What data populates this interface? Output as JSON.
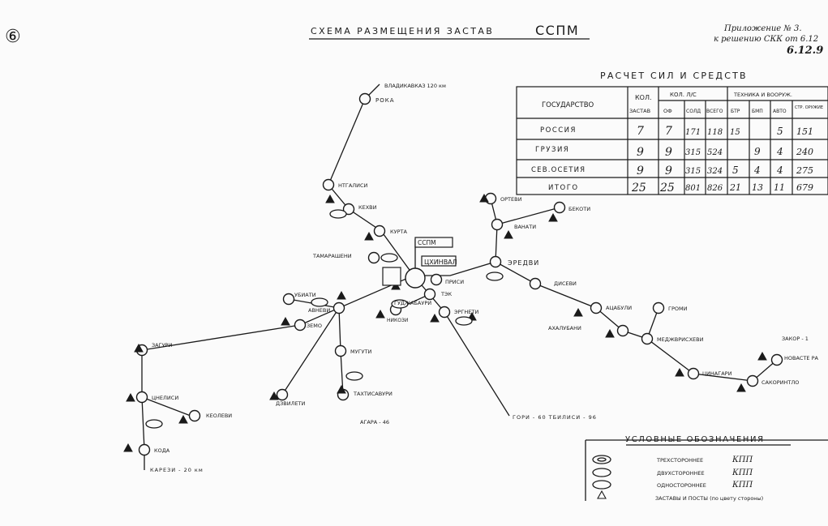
{
  "header": {
    "title": "СХЕМА РАЗМЕЩЕНИЯ ЗАСТАВ",
    "title_suffix": "ССПМ",
    "appendix": "Приложение № 3.",
    "decision": "к решению СКК от 6.12",
    "date": "6.12.9"
  },
  "corner_mark": "⑥",
  "table": {
    "caption": "РАСЧЕТ СИЛ И СРЕДСТВ",
    "head_country": "ГОСУДАРСТВО",
    "head_kol": "КОЛ.",
    "head_zastav": "ЗАСТАВ",
    "head_ls": "КОЛ. Л/С",
    "head_tech": "ТЕХНИКА И ВООРУЖ.",
    "sub": [
      "ОФ",
      "СОЛД",
      "ВСЕГО",
      "БТР",
      "БМП",
      "АВТО",
      "СТР. ОРУЖИЕ"
    ],
    "rows": [
      {
        "country": "РОССИЯ",
        "zastav": "7",
        "of": "7",
        "sold": "171",
        "vsego": "118",
        "btr": "15",
        "bmp": "",
        "avto": "5",
        "oruzh": "151"
      },
      {
        "country": "ГРУЗИЯ",
        "zastav": "9",
        "of": "9",
        "sold": "315",
        "vsego": "524",
        "btr": "",
        "bmp": "9",
        "avto": "4",
        "oruzh": "240"
      },
      {
        "country": "СЕВ.ОСЕТИЯ",
        "zastav": "9",
        "of": "9",
        "sold": "315",
        "vsego": "324",
        "btr": "5",
        "bmp": "4",
        "avto": "4",
        "oruzh": "275"
      },
      {
        "country": "ИТОГО",
        "zastav": "25",
        "of": "25",
        "sold": "801",
        "vsego": "826",
        "btr": "21",
        "bmp": "13",
        "avto": "11",
        "oruzh": "679"
      }
    ]
  },
  "map": {
    "labels": {
      "vladikavkaz": "ВЛАДИКАВКАЗ 120 км",
      "roka": "РОКА",
      "ntgalisi": "НТГАЛИСИ",
      "kehvi": "КЕХВИ",
      "kurta": "КУРТА",
      "tamarasheni": "ТАМАРАШЕНИ",
      "ssplm": "ССПМ",
      "tskhinvali": "ЦХИНВАЛ",
      "prisi": "ПРИСИ",
      "tek": "ТЭК",
      "gudzhabauri": "ГУДЖАБАУРИ",
      "ergneti": "ЭРГНЕТИ",
      "nikozi": "НИКОЗИ",
      "ortevi": "ОРТЕВИ",
      "bekoti": "БЕКОТИ",
      "vanati": "ВАНАТИ",
      "eredvi": "ЭРЕДВИ",
      "disevi": "ДИСЕВИ",
      "avnevi": "АВНЕВИ",
      "zemo": "ЗЕМО",
      "uzbati": "УБИАТИ",
      "dzvileti": "ДЗВИЛЕТИ",
      "mugiti": "МУГУТИ",
      "tkhinsavi": "ТАХТИСАВУРИ",
      "dirbi": "ДЗВИЛЕТИ",
      "zaguri": "ЗАГУРИ",
      "tsnelisi": "ЦНЕЛИСИ",
      "kolevi": "КЕОЛЕВИ",
      "koda": "КОДА",
      "karezi": "КАРЕЗИ - 20 км",
      "agara": "АГАРА - 46",
      "gori": "ГОРИ - 60 ТБИЛИСИ - 96",
      "atsabuli": "АЦАБУЛИ",
      "akhalkubani": "АХАЛУБАНИ",
      "gromi": "ГРОМИ",
      "medzhvriskhevi": "МЕДЖВРИСХЕВИ",
      "tsiniagori": "ЦИНАГАРИ",
      "zakor": "ЗАКОР - 1",
      "nosaste": "НОВАСТЕ РА",
      "sakoripto": "САКОРИНТЛО"
    }
  },
  "legend": {
    "title": "УСЛОВНЫЕ ОБОЗНАЧЕНИЯ",
    "items": [
      {
        "label": "ТРЕХСТОРОННЕЕ",
        "suffix": "КПП"
      },
      {
        "label": "ДВУХСТОРОННЕЕ",
        "suffix": "КПП"
      },
      {
        "label": "ОДНОСТОРОННЕЕ",
        "suffix": "КПП"
      },
      {
        "label": "ЗАСТАВЫ И ПОСТЫ (по цвету стороны)",
        "suffix": ""
      }
    ]
  }
}
